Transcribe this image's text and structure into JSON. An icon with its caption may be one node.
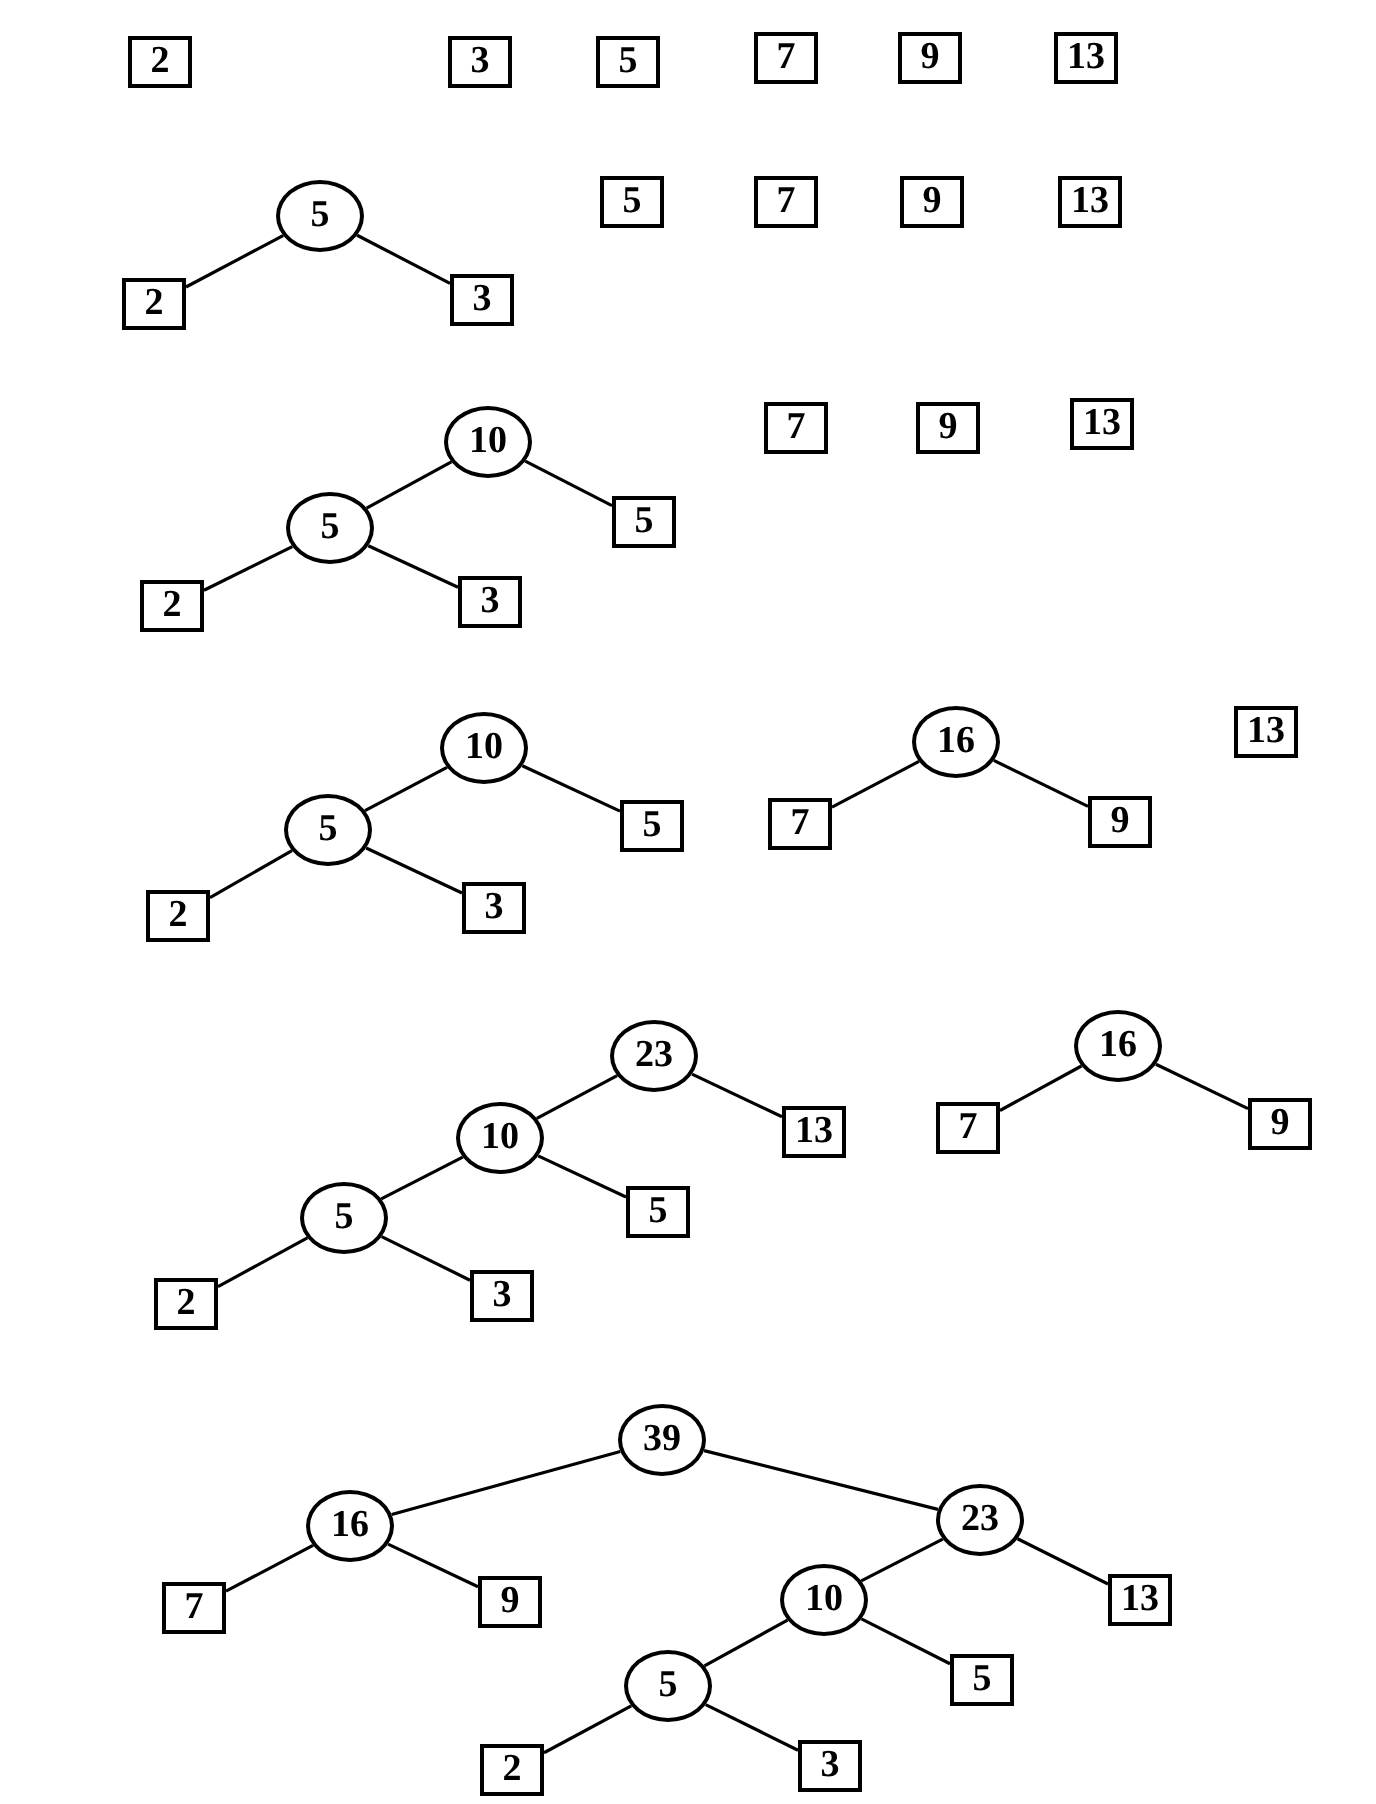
{
  "diagram": {
    "nodes": [
      {
        "text": [
          "2"
        ]
      },
      {
        "text": [
          "3"
        ]
      },
      {
        "text": [
          "5"
        ]
      },
      {
        "text": [
          "7"
        ]
      },
      {
        "text": [
          "9"
        ]
      },
      {
        "text": [
          "13"
        ]
      },
      {
        "text": [
          "5"
        ]
      },
      {
        "text": [
          "5"
        ]
      },
      {
        "text": [
          "7"
        ]
      },
      {
        "text": [
          "9"
        ]
      },
      {
        "text": [
          "13"
        ]
      },
      {
        "text": [
          "2"
        ]
      },
      {
        "text": [
          "3"
        ]
      },
      {
        "text": [
          "10"
        ]
      },
      {
        "text": [
          "7"
        ]
      },
      {
        "text": [
          "9"
        ]
      },
      {
        "text": [
          "13"
        ]
      },
      {
        "text": [
          "5"
        ]
      },
      {
        "text": [
          "5"
        ]
      },
      {
        "text": [
          "2"
        ]
      },
      {
        "text": [
          "3"
        ]
      },
      {
        "text": [
          "10"
        ]
      },
      {
        "text": [
          "16"
        ]
      },
      {
        "text": [
          "13"
        ]
      },
      {
        "text": [
          "5"
        ]
      },
      {
        "text": [
          "5"
        ]
      },
      {
        "text": [
          "7"
        ]
      },
      {
        "text": [
          "9"
        ]
      },
      {
        "text": [
          "2"
        ]
      },
      {
        "text": [
          "3"
        ]
      },
      {
        "text": [
          "23"
        ]
      },
      {
        "text": [
          "16"
        ]
      },
      {
        "text": [
          "10"
        ]
      },
      {
        "text": [
          "13"
        ]
      },
      {
        "text": [
          "7"
        ]
      },
      {
        "text": [
          "9"
        ]
      },
      {
        "text": [
          "5"
        ]
      },
      {
        "text": [
          "5"
        ]
      },
      {
        "text": [
          "2"
        ]
      },
      {
        "text": [
          "3"
        ]
      },
      {
        "text": [
          "39"
        ]
      },
      {
        "text": [
          "16"
        ]
      },
      {
        "text": [
          "23"
        ]
      },
      {
        "text": [
          "7"
        ]
      },
      {
        "text": [
          "9"
        ]
      },
      {
        "text": [
          "10"
        ]
      },
      {
        "text": [
          "13"
        ]
      },
      {
        "text": [
          "5"
        ]
      },
      {
        "text": [
          "5"
        ]
      },
      {
        "text": [
          "2"
        ]
      },
      {
        "text": [
          "3"
        ]
      }
    ],
    "edges": [
      {
        "from": 6,
        "to": 11,
        "arrow": "none"
      },
      {
        "from": 6,
        "to": 12,
        "arrow": "none"
      },
      {
        "from": 13,
        "to": 17,
        "arrow": "none"
      },
      {
        "from": 13,
        "to": 18,
        "arrow": "none"
      },
      {
        "from": 17,
        "to": 19,
        "arrow": "none"
      },
      {
        "from": 17,
        "to": 20,
        "arrow": "none"
      },
      {
        "from": 21,
        "to": 24,
        "arrow": "none"
      },
      {
        "from": 21,
        "to": 25,
        "arrow": "none"
      },
      {
        "from": 24,
        "to": 28,
        "arrow": "none"
      },
      {
        "from": 24,
        "to": 29,
        "arrow": "none"
      },
      {
        "from": 22,
        "to": 26,
        "arrow": "none"
      },
      {
        "from": 22,
        "to": 27,
        "arrow": "none"
      },
      {
        "from": 30,
        "to": 32,
        "arrow": "none"
      },
      {
        "from": 30,
        "to": 33,
        "arrow": "none"
      },
      {
        "from": 32,
        "to": 36,
        "arrow": "none"
      },
      {
        "from": 32,
        "to": 37,
        "arrow": "none"
      },
      {
        "from": 36,
        "to": 38,
        "arrow": "none"
      },
      {
        "from": 36,
        "to": 39,
        "arrow": "none"
      },
      {
        "from": 31,
        "to": 34,
        "arrow": "none"
      },
      {
        "from": 31,
        "to": 35,
        "arrow": "none"
      },
      {
        "from": 40,
        "to": 41,
        "arrow": "none"
      },
      {
        "from": 40,
        "to": 42,
        "arrow": "none"
      },
      {
        "from": 41,
        "to": 43,
        "arrow": "none"
      },
      {
        "from": 41,
        "to": 44,
        "arrow": "none"
      },
      {
        "from": 42,
        "to": 45,
        "arrow": "none"
      },
      {
        "from": 42,
        "to": 46,
        "arrow": "none"
      },
      {
        "from": 45,
        "to": 47,
        "arrow": "none"
      },
      {
        "from": 45,
        "to": 48,
        "arrow": "none"
      },
      {
        "from": 47,
        "to": 49,
        "arrow": "none"
      },
      {
        "from": 47,
        "to": 50,
        "arrow": "none"
      }
    ]
  }
}
